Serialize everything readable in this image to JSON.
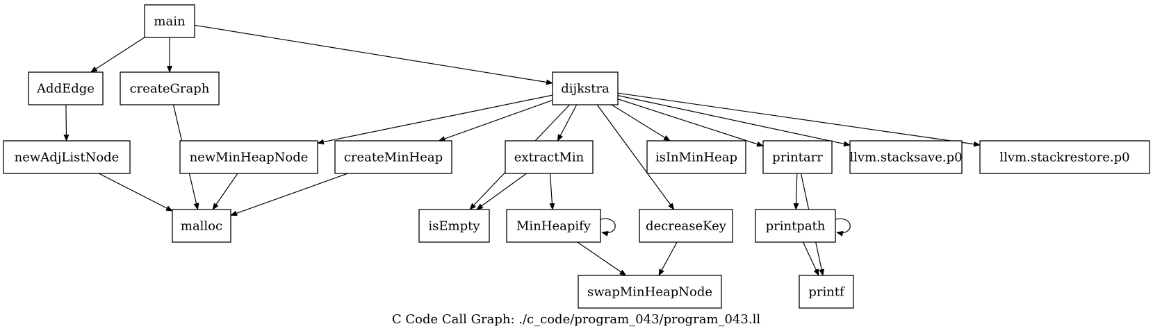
{
  "caption": "C Code Call Graph: ./c_code/program_043/program_043.ll",
  "nodes": [
    {
      "id": "main",
      "label": "main"
    },
    {
      "id": "AddEdge",
      "label": "AddEdge"
    },
    {
      "id": "createGraph",
      "label": "createGraph"
    },
    {
      "id": "dijkstra",
      "label": "dijkstra"
    },
    {
      "id": "newAdjListNode",
      "label": "newAdjListNode"
    },
    {
      "id": "newMinHeapNode",
      "label": "newMinHeapNode"
    },
    {
      "id": "createMinHeap",
      "label": "createMinHeap"
    },
    {
      "id": "extractMin",
      "label": "extractMin"
    },
    {
      "id": "isInMinHeap",
      "label": "isInMinHeap"
    },
    {
      "id": "printarr",
      "label": "printarr"
    },
    {
      "id": "llvm_stacksave",
      "label": "llvm.stacksave.p0"
    },
    {
      "id": "llvm_stackrestore",
      "label": "llvm.stackrestore.p0"
    },
    {
      "id": "malloc",
      "label": "malloc"
    },
    {
      "id": "isEmpty",
      "label": "isEmpty"
    },
    {
      "id": "MinHeapify",
      "label": "MinHeapify"
    },
    {
      "id": "decreaseKey",
      "label": "decreaseKey"
    },
    {
      "id": "printpath",
      "label": "printpath"
    },
    {
      "id": "swapMinHeapNode",
      "label": "swapMinHeapNode"
    },
    {
      "id": "printf",
      "label": "printf"
    }
  ],
  "edges": [
    {
      "from": "main",
      "to": "AddEdge"
    },
    {
      "from": "main",
      "to": "createGraph"
    },
    {
      "from": "main",
      "to": "dijkstra"
    },
    {
      "from": "AddEdge",
      "to": "newAdjListNode"
    },
    {
      "from": "createGraph",
      "to": "malloc"
    },
    {
      "from": "newAdjListNode",
      "to": "malloc"
    },
    {
      "from": "newMinHeapNode",
      "to": "malloc"
    },
    {
      "from": "createMinHeap",
      "to": "malloc"
    },
    {
      "from": "dijkstra",
      "to": "newMinHeapNode"
    },
    {
      "from": "dijkstra",
      "to": "createMinHeap"
    },
    {
      "from": "dijkstra",
      "to": "isEmpty"
    },
    {
      "from": "dijkstra",
      "to": "extractMin"
    },
    {
      "from": "dijkstra",
      "to": "decreaseKey"
    },
    {
      "from": "dijkstra",
      "to": "isInMinHeap"
    },
    {
      "from": "dijkstra",
      "to": "printarr"
    },
    {
      "from": "dijkstra",
      "to": "llvm_stacksave"
    },
    {
      "from": "dijkstra",
      "to": "llvm_stackrestore"
    },
    {
      "from": "extractMin",
      "to": "isEmpty"
    },
    {
      "from": "extractMin",
      "to": "MinHeapify"
    },
    {
      "from": "MinHeapify",
      "to": "MinHeapify"
    },
    {
      "from": "MinHeapify",
      "to": "swapMinHeapNode"
    },
    {
      "from": "decreaseKey",
      "to": "swapMinHeapNode"
    },
    {
      "from": "printarr",
      "to": "printpath"
    },
    {
      "from": "printarr",
      "to": "printf"
    },
    {
      "from": "printpath",
      "to": "printpath"
    },
    {
      "from": "printpath",
      "to": "printf"
    }
  ]
}
